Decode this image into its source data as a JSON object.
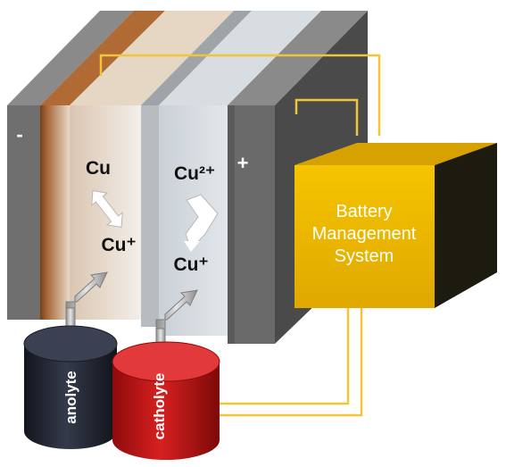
{
  "labels": {
    "minus": "-",
    "plus": "+",
    "anode_top": "Cu",
    "anode_bottom": "Cu⁺",
    "cathode_top": "Cu²⁺",
    "cathode_bottom": "Cu⁺",
    "bms_line1": "Battery",
    "bms_line2": "Management",
    "bms_line3": "System",
    "anolyte": "anolyte",
    "catholyte": "catholyte"
  },
  "colors": {
    "electrode_gray": "#6f6f6f",
    "copper": "#9a5a2a",
    "bms_yellow": "#f2b600",
    "wire_yellow": "#f5cc3a",
    "anolyte_tank": "#1f2330",
    "catholyte_tank": "#c41616"
  },
  "icons": {
    "reversible_arrow": "double-arrow-icon",
    "reduction_arrow": "chevron-arrow-icon",
    "flow_pipes": "flow-pipe-icon"
  }
}
